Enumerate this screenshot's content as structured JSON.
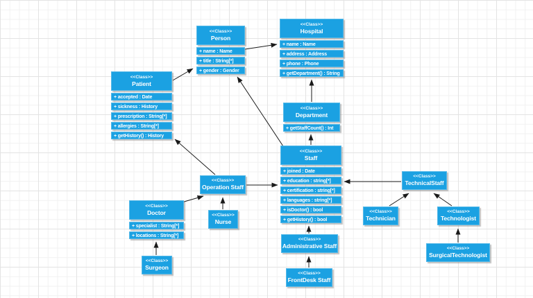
{
  "diagram": {
    "stereotype": "<<Class>>",
    "colors": {
      "class_fill": "#1BA1E2",
      "class_text": "#ffffff",
      "edge": "#1a1a1a",
      "canvas": "#ffffff",
      "grid_minor": "#f1f1f1",
      "grid_major": "#e3e3e3"
    },
    "classes": {
      "person": {
        "name": "Person",
        "attributes": [
          "+ name : Name",
          "+ title : String[*]",
          "+ gender : Gender"
        ]
      },
      "hospital": {
        "name": "Hospital",
        "attributes": [
          "+ name : Name",
          "+ address : Address",
          "+ phone : Phone",
          "+ getDepartment() : String"
        ]
      },
      "patient": {
        "name": "Patient",
        "attributes": [
          "+ accepted : Date",
          "+ sickness : History",
          "+ prescription : String[*]",
          "+ allergies : String[*]",
          "+ getHistory() : History"
        ]
      },
      "department": {
        "name": "Department",
        "attributes": [
          "+ getStaffCount() : Int"
        ]
      },
      "staff": {
        "name": "Staff",
        "attributes": [
          "+ joined : Date",
          "+ education : string[*]",
          "+ certification : string[*]",
          "+ languages : string[*]",
          "+ isDoctor() : bool",
          "+ getHistory() : bool"
        ]
      },
      "operation_staff": {
        "name": "Operation Staff",
        "attributes": []
      },
      "doctor": {
        "name": "Doctor",
        "attributes": [
          "+ specialist : String[*]",
          "+ locations : String[*]"
        ]
      },
      "nurse": {
        "name": "Nurse",
        "attributes": []
      },
      "surgeon": {
        "name": "Surgeon",
        "attributes": []
      },
      "technical_staff": {
        "name": "TechnicalStaff",
        "attributes": []
      },
      "technician": {
        "name": "Technician",
        "attributes": []
      },
      "technologist": {
        "name": "Technologist",
        "attributes": []
      },
      "surgical_technologist": {
        "name": "SurgicalTechnologist",
        "attributes": []
      },
      "administrative_staff": {
        "name": "Administrative Staff",
        "attributes": []
      },
      "front_desk_staff": {
        "name": "FrontDesk Staff",
        "attributes": []
      }
    },
    "relationships": [
      {
        "from": "Person",
        "to": "Hospital"
      },
      {
        "from": "Patient",
        "to": "Person"
      },
      {
        "from": "Staff",
        "to": "Person"
      },
      {
        "from": "Department",
        "to": "Hospital"
      },
      {
        "from": "Staff",
        "to": "Department"
      },
      {
        "from": "Operation Staff",
        "to": "Patient"
      },
      {
        "from": "Operation Staff",
        "to": "Staff"
      },
      {
        "from": "TechnicalStaff",
        "to": "Staff"
      },
      {
        "from": "Nurse",
        "to": "Operation Staff"
      },
      {
        "from": "Doctor",
        "to": "Operation Staff"
      },
      {
        "from": "Surgeon",
        "to": "Doctor"
      },
      {
        "from": "Administrative Staff",
        "to": "Staff"
      },
      {
        "from": "FrontDesk Staff",
        "to": "Administrative Staff"
      },
      {
        "from": "Technician",
        "to": "TechnicalStaff"
      },
      {
        "from": "Technologist",
        "to": "TechnicalStaff"
      },
      {
        "from": "SurgicalTechnologist",
        "to": "Technologist"
      }
    ]
  }
}
